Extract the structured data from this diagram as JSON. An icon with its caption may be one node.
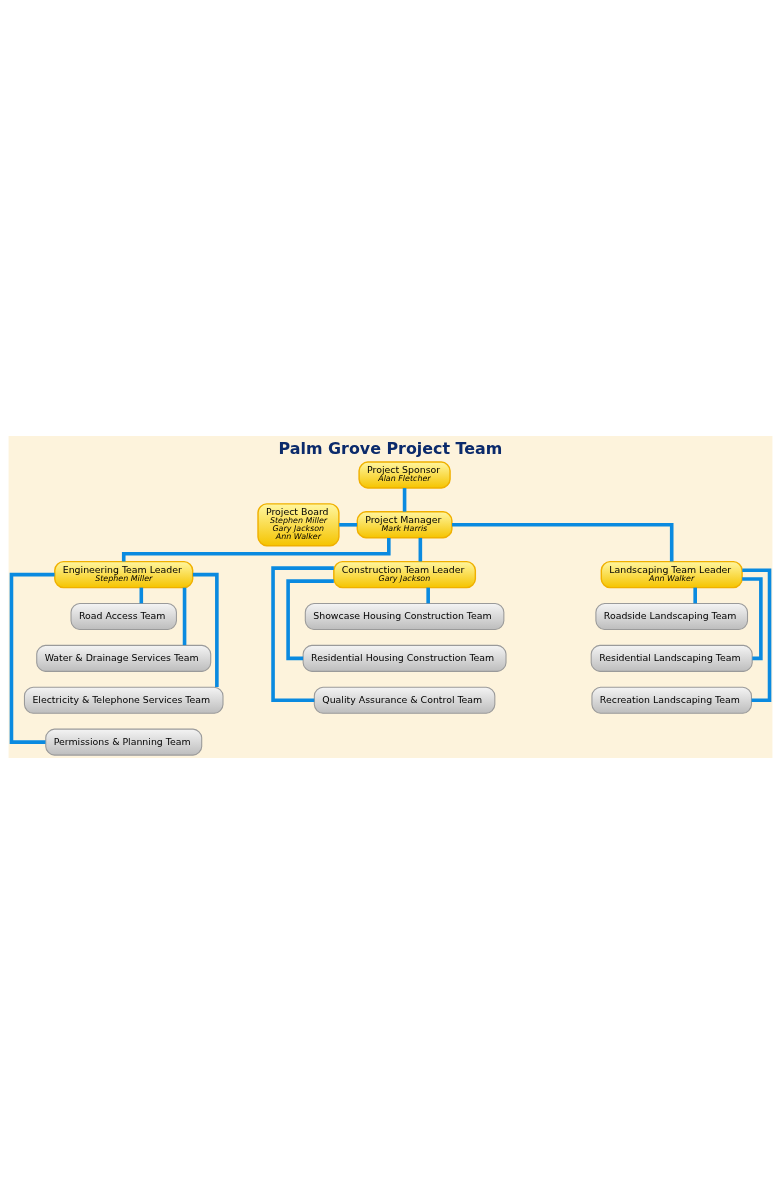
{
  "diagram": {
    "title": "Palm Grove Project Team",
    "nodes": [
      {
        "text": [
          "Project Sponsor",
          "Alan Fletcher"
        ]
      },
      {
        "text": [
          "Project Board",
          "Stephen Miller",
          "Gary Jackson",
          "Ann Walker"
        ]
      },
      {
        "text": [
          "Project Manager",
          "Mark Harris"
        ]
      },
      {
        "text": [
          "Engineering Team Leader",
          "Stephen Miller"
        ]
      },
      {
        "text": [
          "Construction Team Leader",
          "Gary Jackson"
        ]
      },
      {
        "text": [
          "Landscaping Team Leader",
          "Ann Walker"
        ]
      },
      {
        "text": [
          "Road Access Team"
        ]
      },
      {
        "text": [
          "Water & Drainage Services Team"
        ]
      },
      {
        "text": [
          "Electricity & Telephone Services Team"
        ]
      },
      {
        "text": [
          "Permissions & Planning Team"
        ]
      },
      {
        "text": [
          "Showcase Housing Construction Team"
        ]
      },
      {
        "text": [
          "Residential Housing Construction Team"
        ]
      },
      {
        "text": [
          "Quality Assurance & Control Team"
        ]
      },
      {
        "text": [
          "Roadside Landscaping Team"
        ]
      },
      {
        "text": [
          "Residential Landscaping Team"
        ]
      },
      {
        "text": [
          "Recreation Landscaping Team"
        ]
      }
    ],
    "edges": [
      {
        "from": 0,
        "to": 2,
        "arrow": "none"
      },
      {
        "from": 1,
        "to": 2,
        "arrow": "none"
      },
      {
        "from": 2,
        "to": 3,
        "arrow": "none"
      },
      {
        "from": 2,
        "to": 4,
        "arrow": "none"
      },
      {
        "from": 2,
        "to": 5,
        "arrow": "none"
      },
      {
        "from": 3,
        "to": 6,
        "arrow": "none"
      },
      {
        "from": 3,
        "to": 7,
        "arrow": "none"
      },
      {
        "from": 3,
        "to": 8,
        "arrow": "none"
      },
      {
        "from": 3,
        "to": 9,
        "arrow": "none"
      },
      {
        "from": 4,
        "to": 10,
        "arrow": "none"
      },
      {
        "from": 4,
        "to": 11,
        "arrow": "none"
      },
      {
        "from": 4,
        "to": 12,
        "arrow": "none"
      },
      {
        "from": 5,
        "to": 13,
        "arrow": "none"
      },
      {
        "from": 5,
        "to": 14,
        "arrow": "none"
      },
      {
        "from": 5,
        "to": 15,
        "arrow": "none"
      }
    ]
  }
}
